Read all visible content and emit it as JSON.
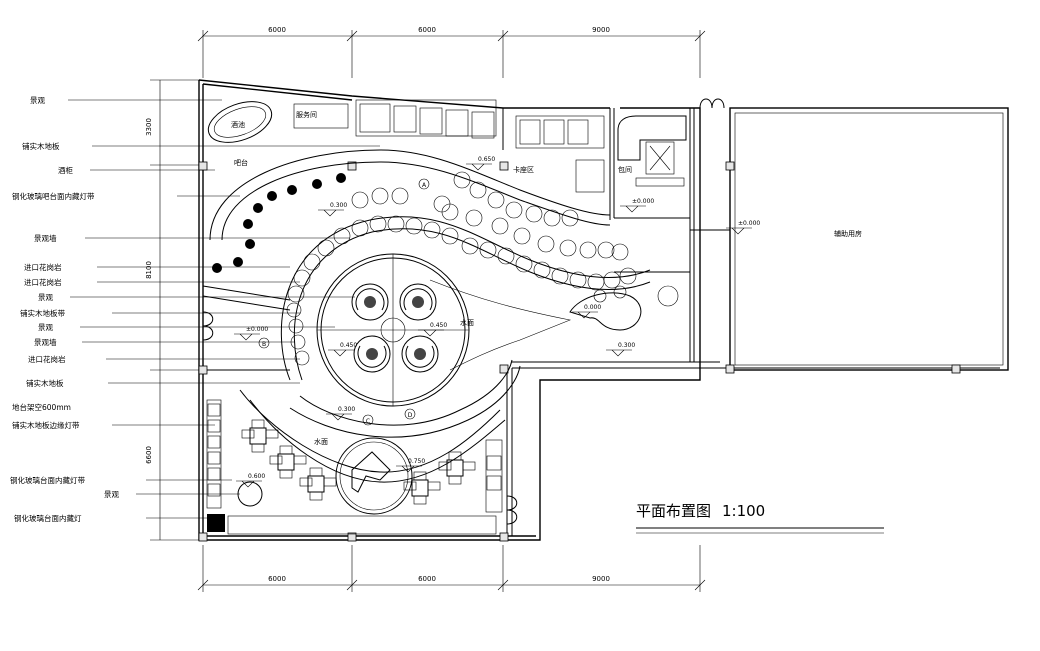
{
  "dimensions": {
    "top": [
      "6000",
      "6000",
      "9000"
    ],
    "bottom": [
      "6000",
      "6000",
      "9000"
    ],
    "left": [
      "3300",
      "8100",
      "6600"
    ]
  },
  "callouts": [
    "景观",
    "铺实木地板",
    "酒柜",
    "钢化玻璃吧台面内藏灯带",
    "景观墙",
    "进口花岗岩",
    "进口花岗岩",
    "景观",
    "铺实木地板带",
    "景观",
    "景观墙",
    "进口花岗岩",
    "铺实木地板",
    "地台架空600mm",
    "铺实木地板边缘灯带",
    "钢化玻璃台面内藏灯带",
    "景观",
    "钢化玻璃台面内藏灯"
  ],
  "room_labels": {
    "water_feature": "酒池",
    "counter": "服务间",
    "bar": "吧台",
    "lounge": "卡座区",
    "private_room": "包间",
    "water_surface": "水面",
    "water_surface_2": "水面",
    "auxiliary": "辅助用房"
  },
  "levels": [
    "0.650",
    "0.300",
    "0.450",
    "±0.000",
    "0.450",
    "0.300",
    "±0.000",
    "0.000",
    "0.300",
    "0.600",
    "0.750",
    "±0.000"
  ],
  "markers": [
    "A",
    "B",
    "C",
    "D"
  ],
  "title": {
    "text": "平面布置图",
    "scale": "1:100"
  }
}
